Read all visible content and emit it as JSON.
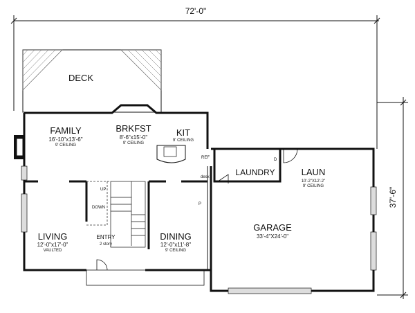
{
  "dimensions": {
    "width": "72'-0\"",
    "depth": "37'-6\""
  },
  "rooms": {
    "deck": {
      "name": "DECK"
    },
    "family": {
      "name": "FAMILY",
      "size": "16'-10\"x13'-6\"",
      "note": "9' CEILING"
    },
    "brkfst": {
      "name": "BRKFST",
      "size": "8'-6\"x15'-0\"",
      "note": "9' CEILING"
    },
    "kit": {
      "name": "KIT",
      "note": "9' CEILING"
    },
    "laundry": {
      "name": "LAUNDRY"
    },
    "laun": {
      "name": "LAUN",
      "size": "10'-2\"X12'-2\"",
      "note": "9' CEILING"
    },
    "living": {
      "name": "LIVING",
      "size": "12'-0\"x17'-0\"",
      "note": "VAULTED"
    },
    "entry": {
      "name": "ENTRY",
      "note": "2 story"
    },
    "dining": {
      "name": "DINING",
      "size": "12'-0\"x11'-8\"",
      "note": "9' CEILING"
    },
    "garage": {
      "name": "GARAGE",
      "size": "33'-4\"X24'-0\""
    }
  },
  "labels": {
    "up": "UP",
    "down": "DOWN",
    "desk": "desk",
    "ref": "REF",
    "pantry": "P",
    "dryer": "D"
  }
}
